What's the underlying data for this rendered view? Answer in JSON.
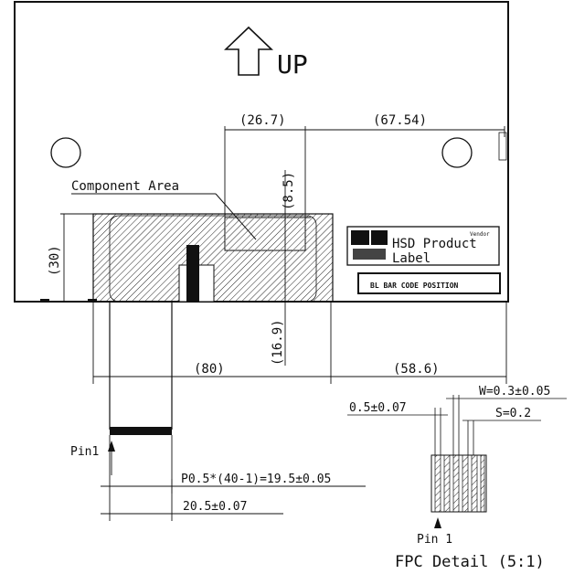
{
  "labels": {
    "up": "UP",
    "dim_267": "(26.7)",
    "dim_6754": "(67.54)",
    "component_area": "Component Area",
    "dim_85": "(8.5)",
    "dim_30": "(30)",
    "dim_169": "(16.9)",
    "dim_80": "(80)",
    "dim_586": "(58.6)",
    "hsd_product": "HSD Product",
    "label": "Label",
    "vendor": "Vendor",
    "bl_bar_code": "BL BAR CODE POSITION",
    "pin1_left": "Pin1",
    "pitch": "P0.5*(40-1)=19.5±0.05",
    "width_205": "20.5±0.07",
    "w_dim": "W=0.3±0.05",
    "dim_05": "0.5±0.07",
    "s_dim": "S=0.2",
    "pin1_detail": "Pin 1",
    "fpc_detail": "FPC Detail (5:1)"
  },
  "colors": {
    "line": "#111111",
    "background": "#ffffff"
  }
}
